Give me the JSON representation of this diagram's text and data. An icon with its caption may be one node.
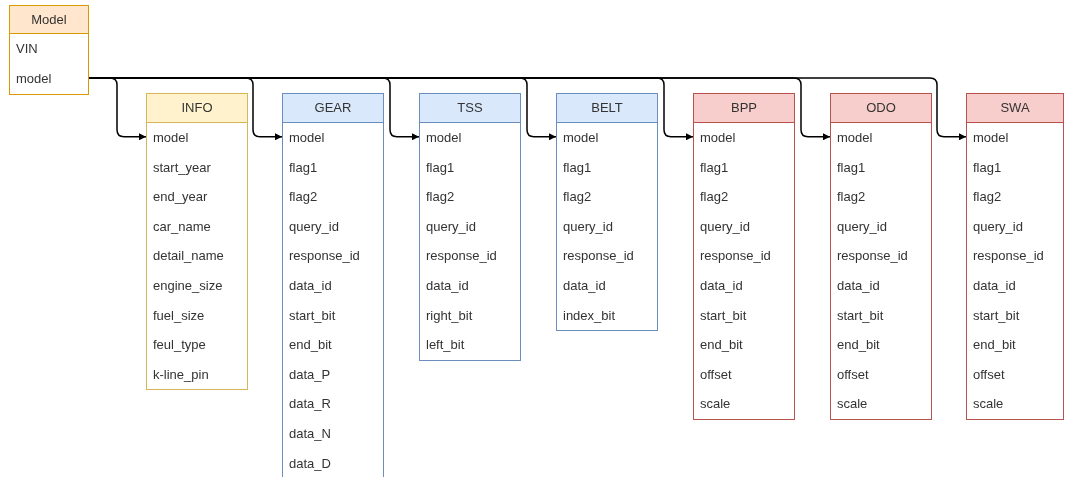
{
  "diagram": {
    "nodes": [
      {
        "text": [
          "Model",
          "VIN",
          "model"
        ]
      },
      {
        "text": [
          "INFO",
          "model",
          "start_year",
          "end_year",
          "car_name",
          "detail_name",
          "engine_size",
          "fuel_size",
          "feul_type",
          "k-line_pin"
        ]
      },
      {
        "text": [
          "GEAR",
          "model",
          "flag1",
          "flag2",
          "query_id",
          "response_id",
          "data_id",
          "start_bit",
          "end_bit",
          "data_P",
          "data_R",
          "data_N",
          "data_D"
        ]
      },
      {
        "text": [
          "TSS",
          "model",
          "flag1",
          "flag2",
          "query_id",
          "response_id",
          "data_id",
          "right_bit",
          "left_bit"
        ]
      },
      {
        "text": [
          "BELT",
          "model",
          "flag1",
          "flag2",
          "query_id",
          "response_id",
          "data_id",
          "index_bit"
        ]
      },
      {
        "text": [
          "BPP",
          "model",
          "flag1",
          "flag2",
          "query_id",
          "response_id",
          "data_id",
          "start_bit",
          "end_bit",
          "offset",
          "scale"
        ]
      },
      {
        "text": [
          "ODO",
          "model",
          "flag1",
          "flag2",
          "query_id",
          "response_id",
          "data_id",
          "start_bit",
          "end_bit",
          "offset",
          "scale"
        ]
      },
      {
        "text": [
          "SWA",
          "model",
          "flag1",
          "flag2",
          "query_id",
          "response_id",
          "data_id",
          "start_bit",
          "end_bit",
          "offset",
          "scale"
        ]
      }
    ],
    "edges": [
      {
        "from": 0,
        "to": 1,
        "arrow": "to"
      },
      {
        "from": 0,
        "to": 2,
        "arrow": "to"
      },
      {
        "from": 0,
        "to": 3,
        "arrow": "to"
      },
      {
        "from": 0,
        "to": 4,
        "arrow": "to"
      },
      {
        "from": 0,
        "to": 5,
        "arrow": "to"
      },
      {
        "from": 0,
        "to": 6,
        "arrow": "to"
      },
      {
        "from": 0,
        "to": 7,
        "arrow": "to"
      }
    ]
  }
}
